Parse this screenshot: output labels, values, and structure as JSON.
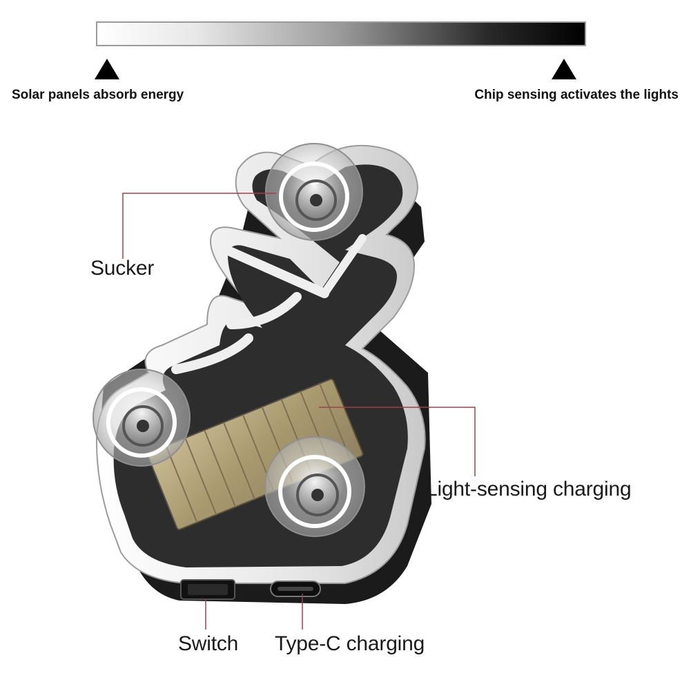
{
  "scale": {
    "left_label": "Solar panels absorb energy",
    "right_label": "Chip sensing activates the lights"
  },
  "callouts": {
    "sucker": "Sucker",
    "light_sensing": "Light-sensing charging",
    "switch": "Switch",
    "type_c": "Type-C charging"
  },
  "colors": {
    "leader_line": "#a0404a",
    "body": "#2b2b2b",
    "rim": "#f2f2f2",
    "solar_panel": "#b5a77f"
  }
}
